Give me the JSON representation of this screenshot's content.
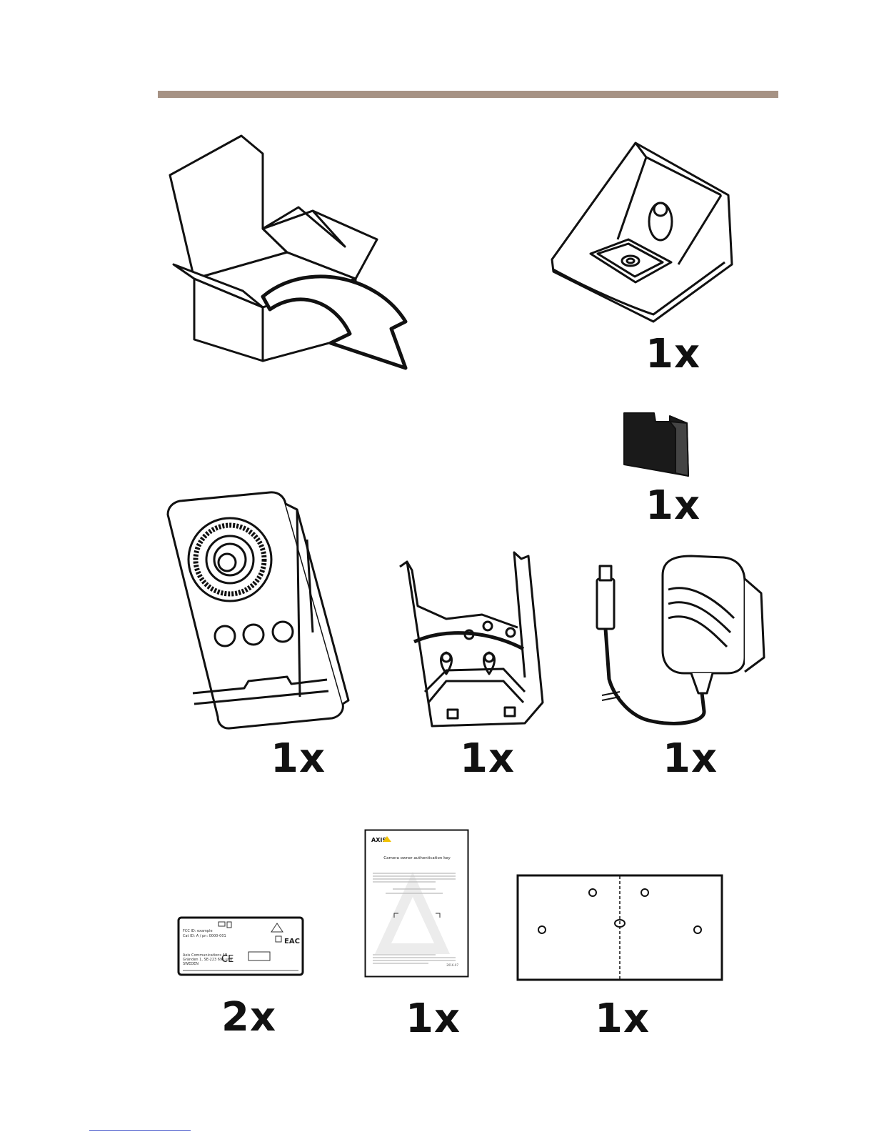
{
  "colors": {
    "rule": "#a69284",
    "line": "#111111"
  },
  "items": [
    {
      "name": "box",
      "quantity": ""
    },
    {
      "name": "desk-stand",
      "quantity": "1x"
    },
    {
      "name": "memory-card",
      "quantity": "1x"
    },
    {
      "name": "camera",
      "quantity": "1x"
    },
    {
      "name": "wall-bracket",
      "quantity": "1x"
    },
    {
      "name": "power-adapter",
      "quantity": "1x"
    },
    {
      "name": "label-sticker",
      "quantity": "2x"
    },
    {
      "name": "owner-authentication-key",
      "quantity": "1x"
    },
    {
      "name": "drill-template",
      "quantity": "1x"
    }
  ],
  "sticker": {
    "line1": "FCC ID: example",
    "line2": "Cat ID: A / pn: 0000-001",
    "line3": "Axis Communications AB",
    "line4": "Gränden 1, SE-223 69 Lund",
    "line5": "SWEDEN",
    "ce": "CE",
    "eac": "EAC"
  },
  "auth_key": {
    "brand": "AXIS",
    "title": "Camera owner authentication key",
    "date": "2016-07"
  }
}
